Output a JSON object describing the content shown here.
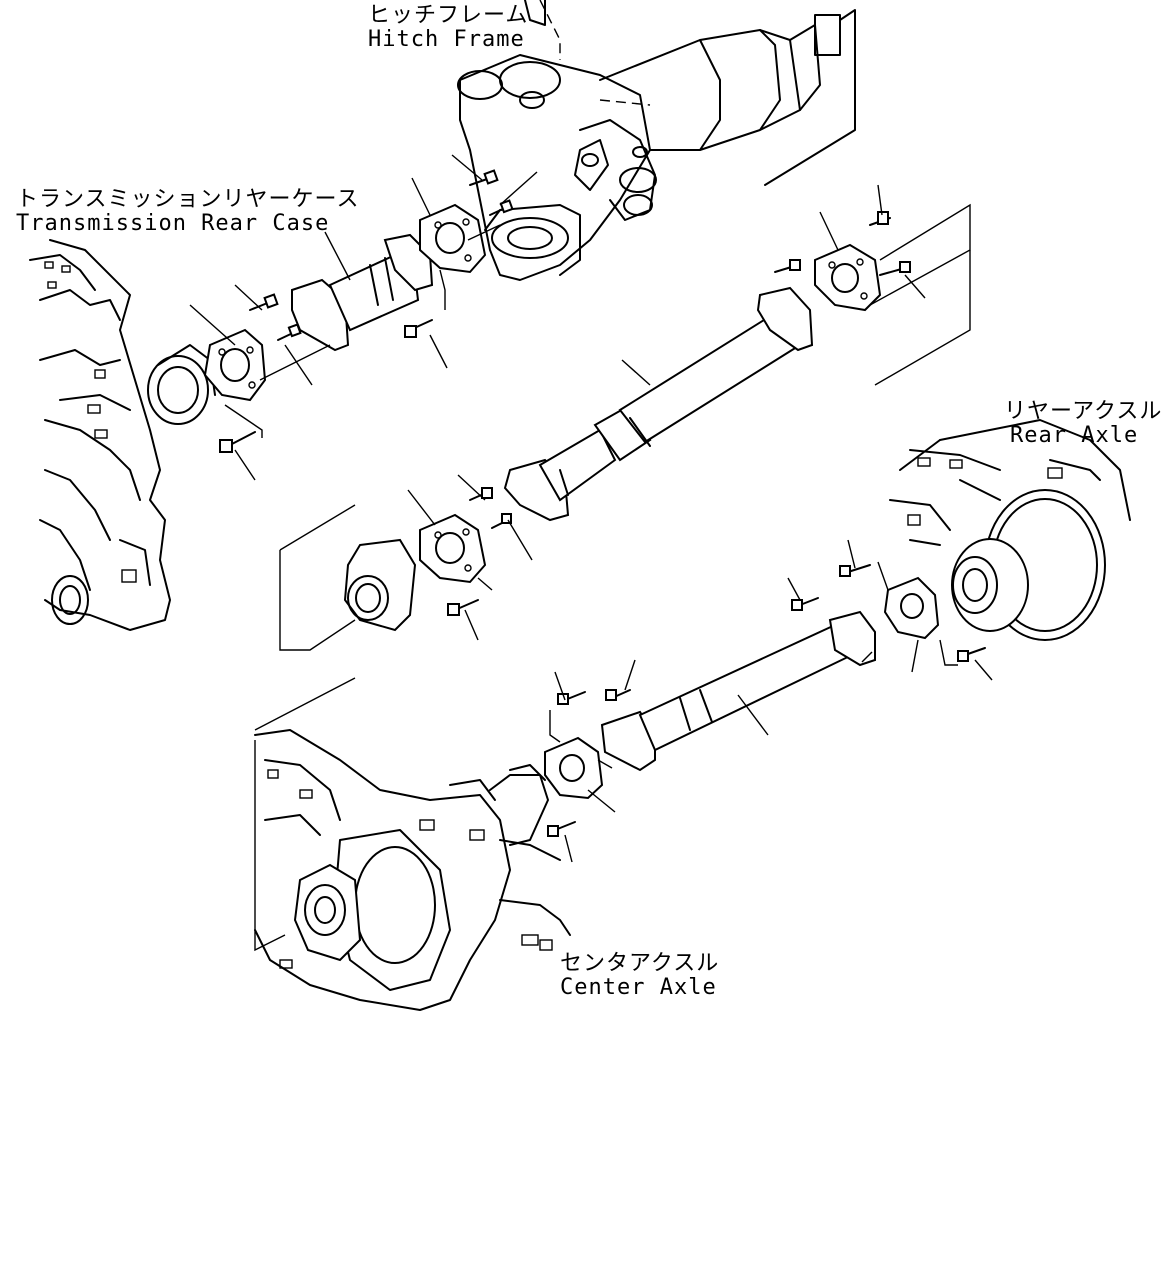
{
  "labels": {
    "hitch_frame": {
      "jp": "ヒッチフレーム",
      "en": "Hitch Frame"
    },
    "transmission_rear_case": {
      "jp": "トランスミッションリヤーケース",
      "en": "Transmission Rear Case"
    },
    "rear_axle": {
      "jp": "リヤーアクスル",
      "en": "Rear Axle"
    },
    "center_axle": {
      "jp": "センタアクスル",
      "en": "Center Axle"
    }
  }
}
